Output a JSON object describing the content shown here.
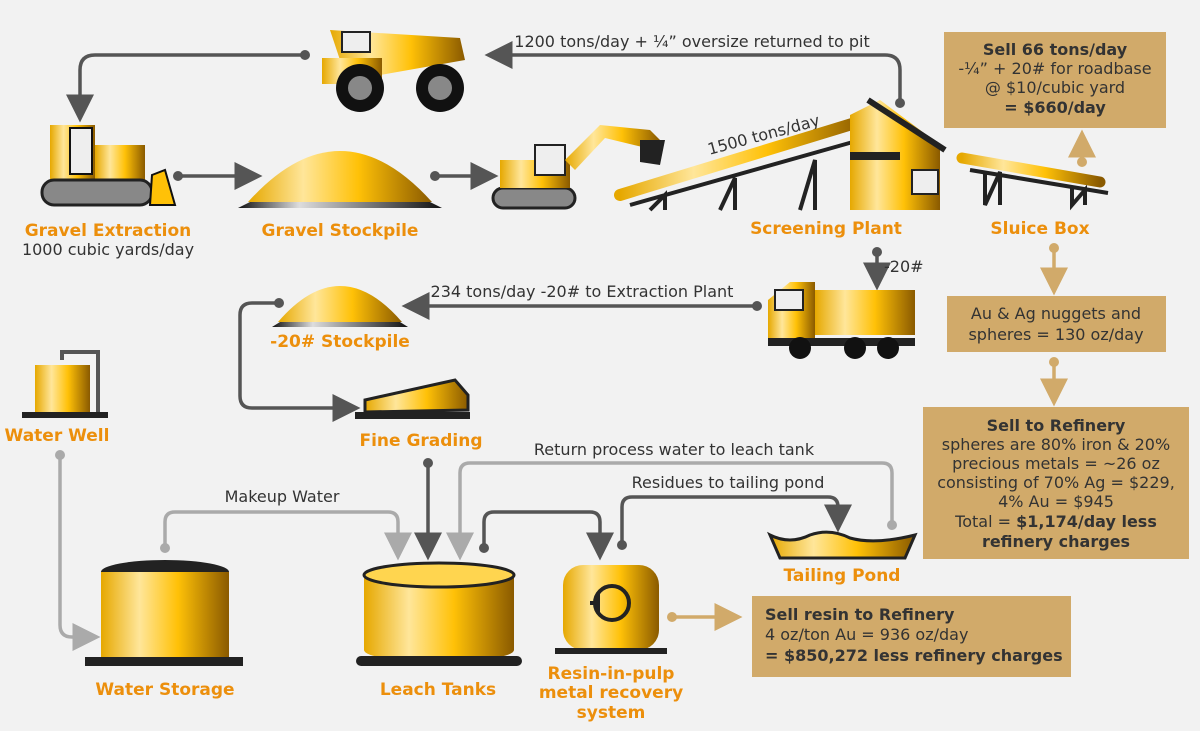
{
  "colors": {
    "background": "#f2f2f2",
    "label": "#ec8f0c",
    "box": "#d1aa6a",
    "text": "#333333",
    "arrow_dark": "#555555",
    "arrow_light": "#aaaaaa",
    "equipment": "#ffc107"
  },
  "flows": {
    "oversize_return": "1200 tons/day + ¼” oversize returned to pit",
    "conveyor": "1500 tons/day",
    "minus20": "-20#",
    "to_extraction": "234 tons/day -20# to Extraction Plant",
    "makeup_water": "Makeup Water",
    "return_water": "Return process water to leach tank",
    "residues": "Residues to tailing pond"
  },
  "nodes": {
    "gravel_extraction": {
      "label": "Gravel Extraction",
      "sub": "1000 cubic yards/day"
    },
    "gravel_stockpile": {
      "label": "Gravel Stockpile"
    },
    "screening_plant": {
      "label": "Screening Plant"
    },
    "sluice_box": {
      "label": "Sluice Box"
    },
    "minus20_stockpile": {
      "label": "-20# Stockpile"
    },
    "fine_grading": {
      "label": "Fine Grading"
    },
    "water_well": {
      "label": "Water Well"
    },
    "water_storage": {
      "label": "Water Storage"
    },
    "leach_tanks": {
      "label": "Leach Tanks"
    },
    "resin": {
      "label_lines": [
        "Resin-in-pulp",
        "metal recovery",
        "system"
      ]
    },
    "tailing_pond": {
      "label": "Tailing Pond"
    }
  },
  "boxes": {
    "roadbase": {
      "title": "Sell 66 tons/day",
      "lines": [
        "-¼” + 20# for roadbase",
        "@ $10/cubic yard"
      ],
      "total": "= $660/day"
    },
    "nuggets": {
      "lines": [
        "Au & Ag nuggets and",
        "spheres = 130 oz/day"
      ]
    },
    "refinery": {
      "title": "Sell to Refinery",
      "lines": [
        "spheres are 80% iron & 20%",
        "precious metals = ~26 oz",
        "consisting of 70% Ag = $229,",
        "4% Au = $945"
      ],
      "total_prefix": "Total = ",
      "total_bold": "$1,174/day less",
      "total_bold2": "refinery charges"
    },
    "resin_sale": {
      "title": "Sell resin to Refinery",
      "line": "4 oz/ton Au = 936 oz/day",
      "total": "= $850,272 less refinery charges"
    }
  }
}
